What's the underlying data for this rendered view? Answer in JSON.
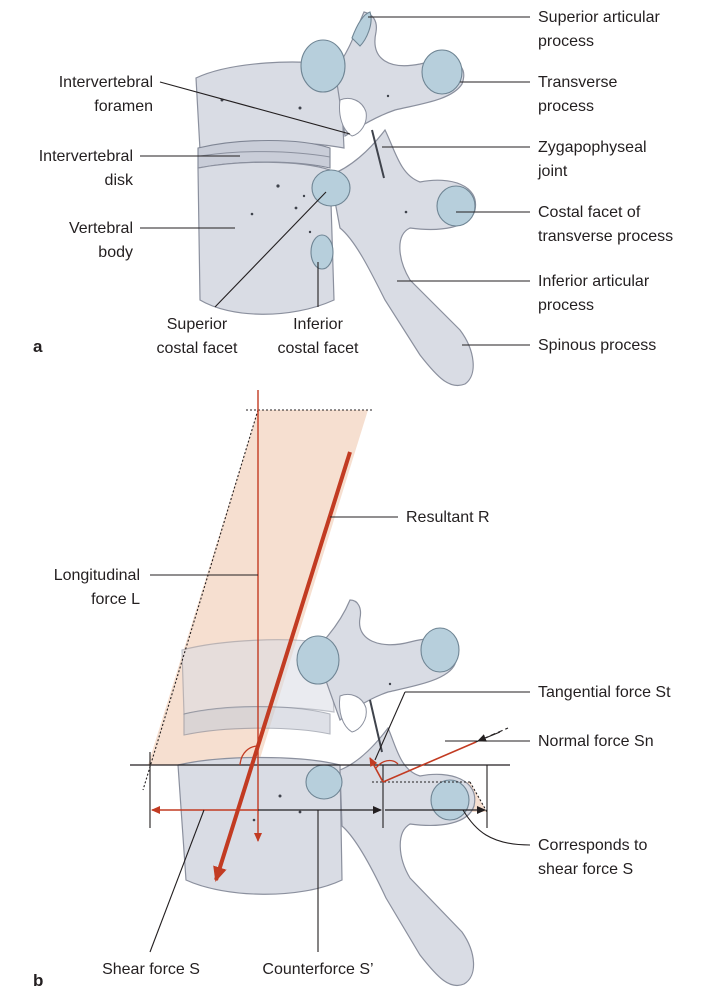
{
  "colors": {
    "bone": "#d9dce4",
    "bone_shadow": "#c9cdd8",
    "facet": "#b7cfdc",
    "force_red": "#c23b22",
    "force_tint": "#f5d9c8",
    "text": "#231f20"
  },
  "panel_a": {
    "panel_letter": "a",
    "labels": {
      "superior_articular_process": [
        "Superior articular",
        "process"
      ],
      "transverse_process": [
        "Transverse",
        "process"
      ],
      "intervertebral_foramen": [
        "Intervertebral",
        "foramen"
      ],
      "zygapophyseal_joint": [
        "Zygapophyseal",
        "joint"
      ],
      "intervertebral_disk": [
        "Intervertebral",
        "disk"
      ],
      "costal_facet_transverse": [
        "Costal facet of",
        "transverse process"
      ],
      "vertebral_body": [
        "Vertebral",
        "body"
      ],
      "inferior_articular_process": [
        "Inferior articular",
        "process"
      ],
      "superior_costal_facet": [
        "Superior",
        "costal facet"
      ],
      "inferior_costal_facet": [
        "Inferior",
        "costal facet"
      ],
      "spinous_process": [
        "Spinous process"
      ]
    }
  },
  "panel_b": {
    "panel_letter": "b",
    "labels": {
      "resultant": [
        "Resultant R"
      ],
      "longitudinal_force": [
        "Longitudinal",
        "force L"
      ],
      "tangential_force": [
        "Tangential force St"
      ],
      "normal_force": [
        "Normal force Sn"
      ],
      "corresponds_shear": [
        "Corresponds to",
        "shear force S"
      ],
      "shear_force": [
        "Shear force S"
      ],
      "counterforce": [
        "Counterforce S’"
      ]
    }
  }
}
